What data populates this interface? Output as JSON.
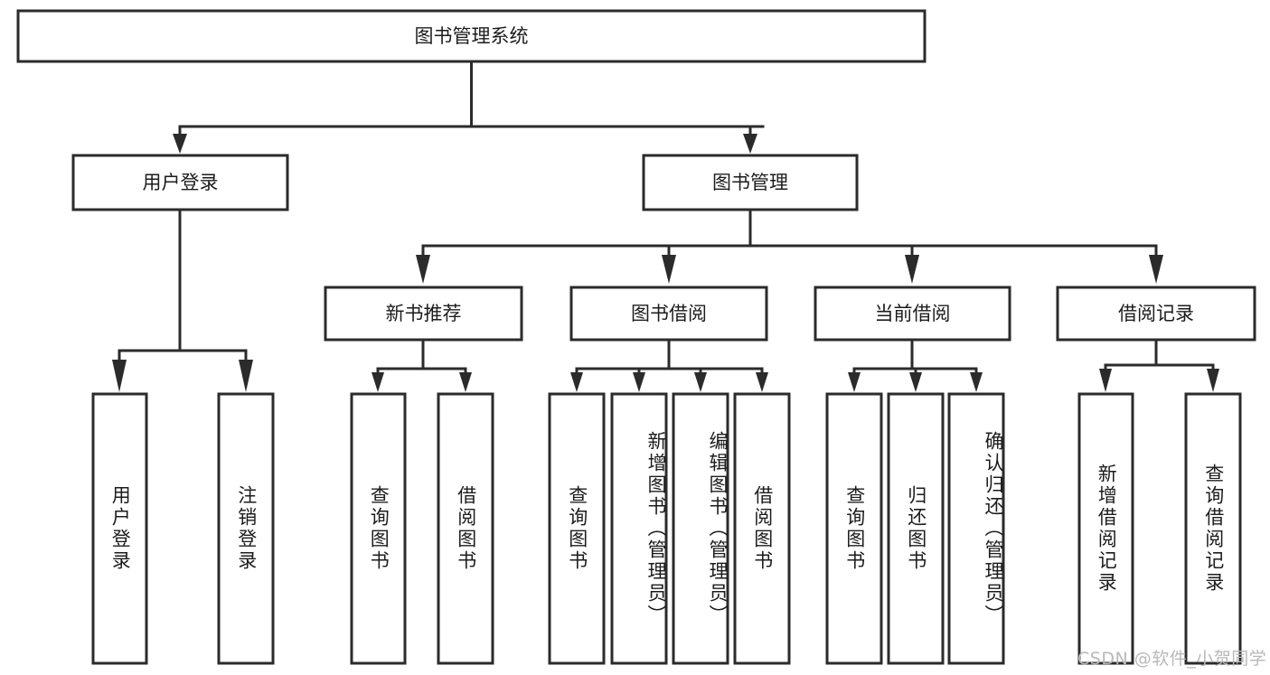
{
  "diagram": {
    "type": "tree-hierarchy",
    "title": "图书管理系统",
    "background_color": "#ffffff",
    "line_color": "#2b2b2b",
    "text_color": "#1c1c1c",
    "root": {
      "id": "root",
      "label": "图书管理系统"
    },
    "level1": [
      {
        "id": "user-login",
        "label": "用户登录"
      },
      {
        "id": "book-management",
        "label": "图书管理"
      }
    ],
    "level2": [
      {
        "id": "new-book-recommend",
        "label": "新书推荐",
        "parent": "book-management"
      },
      {
        "id": "book-borrow",
        "label": "图书借阅",
        "parent": "book-management"
      },
      {
        "id": "current-borrow",
        "label": "当前借阅",
        "parent": "book-management"
      },
      {
        "id": "borrow-record",
        "label": "借阅记录",
        "parent": "book-management"
      }
    ],
    "leaves": {
      "user-login": [
        {
          "id": "leaf-user-login",
          "label": "用户登录"
        },
        {
          "id": "leaf-user-logout",
          "label": "注销登录"
        }
      ],
      "new-book-recommend": [
        {
          "id": "leaf-query-book-1",
          "label": "查询图书"
        },
        {
          "id": "leaf-borrow-book-1",
          "label": "借阅图书"
        }
      ],
      "book-borrow": [
        {
          "id": "leaf-query-book-2",
          "label": "查询图书"
        },
        {
          "id": "leaf-add-book",
          "label": "新增图书（管理员）"
        },
        {
          "id": "leaf-edit-book",
          "label": "编辑图书（管理员）"
        },
        {
          "id": "leaf-borrow-book-2",
          "label": "借阅图书"
        }
      ],
      "current-borrow": [
        {
          "id": "leaf-query-book-3",
          "label": "查询图书"
        },
        {
          "id": "leaf-return-book",
          "label": "归还图书"
        },
        {
          "id": "leaf-confirm-return",
          "label": "确认归还（管理员）"
        }
      ],
      "borrow-record": [
        {
          "id": "leaf-add-record",
          "label": "新增借阅记录"
        },
        {
          "id": "leaf-query-record",
          "label": "查询借阅记录"
        }
      ]
    }
  },
  "watermark": {
    "text": "CSDN @软件_小贺同学"
  }
}
